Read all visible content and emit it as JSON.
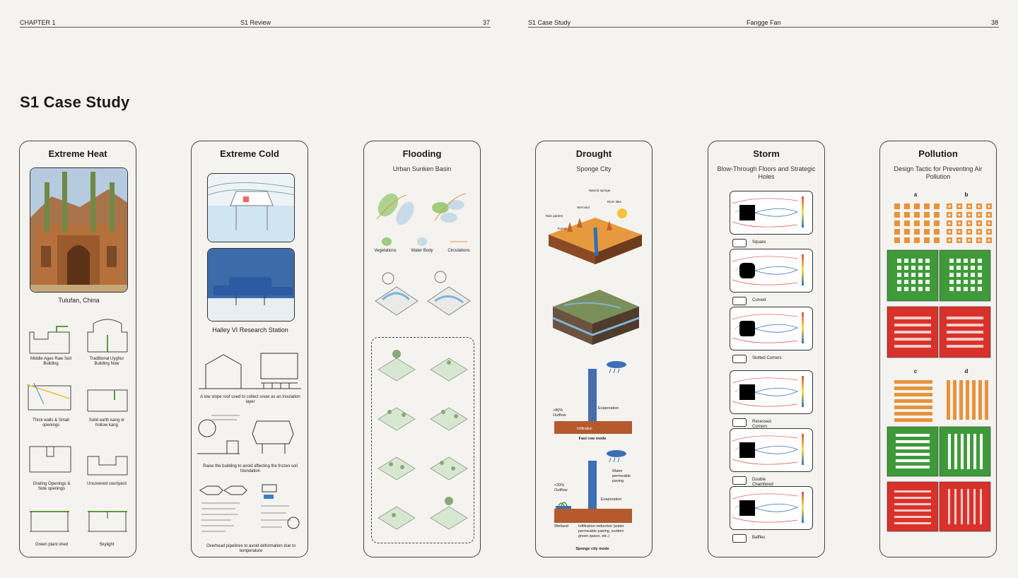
{
  "header": {
    "left": {
      "chapter": "CHAPTER 1",
      "section": "S1 Review",
      "page": "37"
    },
    "right": {
      "section": "S1 Case Study",
      "author": "Fangge Fan",
      "page": "38"
    }
  },
  "page_title": "S1 Case Study",
  "panels": {
    "heat": {
      "title": "Extreme Heat",
      "photo_caption": "Tulufan, China",
      "items": [
        "Middle Ages Raw Soil Building",
        "Traditional Uyghur Building Now",
        "Thick walls & Small openings",
        "Solid earth kang or hollow kang",
        "Grating Openings & Side openings",
        "Uncovered courtyard",
        "Green plant shed",
        "Skylight"
      ]
    },
    "cold": {
      "title": "Extreme Cold",
      "photo_caption": "Halley VI Research Station",
      "items": [
        "A low slope roof used to collect snow as an insulation layer",
        "Raise the building to avoid affecting the frozen soil foundation",
        "Overhead pipelines to avoid deformation due to temperature"
      ]
    },
    "flood": {
      "title": "Flooding",
      "subtitle": "Urban Sunken Basin",
      "legend": [
        "Vegetations",
        "Water Body",
        "Circulations"
      ]
    },
    "drought": {
      "title": "Drought",
      "subtitle": "Sponge City",
      "labels": {
        "rain_garden": "Rain garden",
        "forest": "Forest",
        "natural_sponge": "Natural sponge",
        "wet_land": "Wet land",
        "river_lake": "River lake",
        "outflow1": ">80% Outflow",
        "evap1": "Evaporation",
        "infiltration1": "Infiltration",
        "mode1": "Fast row mode",
        "outflow2": "<20% Outflow",
        "water_perm": "Water permeable paving",
        "evap2": "Evaporation",
        "wetland": "Wetland",
        "infiltration2": "Infiltration reduction (water permeable paving, sunken green space, etc.)",
        "mode2": "Sponge city mode"
      }
    },
    "storm": {
      "title": "Storm",
      "subtitle": "Blow-Through Floors and Strategic Holes",
      "items": [
        "Square",
        "Curved",
        "Slotted Corners",
        "Recessed Corners",
        "Double Chamfered",
        "Baffles"
      ]
    },
    "pollution": {
      "title": "Pollution",
      "subtitle": "Design Tactic for Preventing Air Pollution",
      "letters": [
        "a",
        "b",
        "c",
        "d"
      ]
    }
  },
  "colors": {
    "background": "#f4f3ef",
    "orange": "#e8923a",
    "green": "#3f9a3a",
    "red": "#d8322b",
    "water": "#7fb5d6"
  }
}
